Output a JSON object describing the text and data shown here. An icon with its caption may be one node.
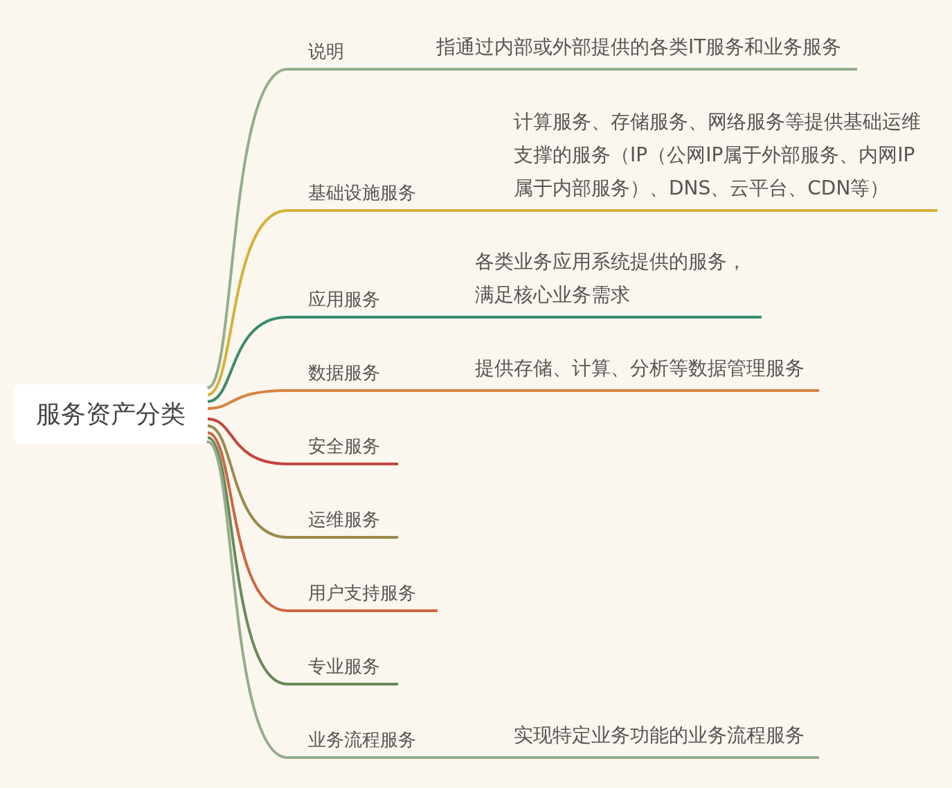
{
  "diagram": {
    "nodes": [
      {
        "text": [
          "服务资产分类"
        ]
      },
      {
        "text": [
          "说明",
          "指通过内部或外部提供的各类IT服务和业务服务"
        ]
      },
      {
        "text": [
          "基础设施服务",
          "计算服务、存储服务、网络服务等提供基础运维支撑的服务（IP（公网IP属于外部服务、内网IP属于内部服务）、DNS、云平台、CDN等）"
        ]
      },
      {
        "text": [
          "应用服务",
          "各类业务应用系统提供的服务，满足核心业务需求"
        ]
      },
      {
        "text": [
          "数据服务",
          "提供存储、计算、分析等数据管理服务"
        ]
      },
      {
        "text": [
          "安全服务"
        ]
      },
      {
        "text": [
          "运维服务"
        ]
      },
      {
        "text": [
          "用户支持服务"
        ]
      },
      {
        "text": [
          "专业服务"
        ]
      },
      {
        "text": [
          "业务流程服务",
          "实现特定业务功能的业务流程服务"
        ]
      }
    ],
    "edges": [
      {
        "from": 0,
        "to": 1,
        "arrow": "none",
        "color": "#94ad8c"
      },
      {
        "from": 0,
        "to": 2,
        "arrow": "none",
        "color": "#d6b13a"
      },
      {
        "from": 0,
        "to": 3,
        "arrow": "none",
        "color": "#3a8c6e"
      },
      {
        "from": 0,
        "to": 4,
        "arrow": "none",
        "color": "#d8823f"
      },
      {
        "from": 0,
        "to": 5,
        "arrow": "none",
        "color": "#c0473d"
      },
      {
        "from": 0,
        "to": 6,
        "arrow": "none",
        "color": "#9a8a4c"
      },
      {
        "from": 0,
        "to": 7,
        "arrow": "none",
        "color": "#cc6640"
      },
      {
        "from": 0,
        "to": 8,
        "arrow": "none",
        "color": "#6a8a5c"
      },
      {
        "from": 0,
        "to": 9,
        "arrow": "none",
        "color": "#94ad8c"
      }
    ]
  }
}
